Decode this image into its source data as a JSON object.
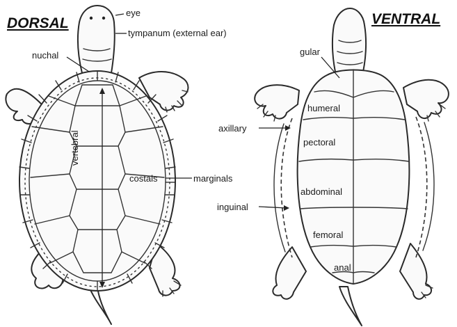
{
  "headings": {
    "dorsal": "DORSAL",
    "ventral": "VENTRAL"
  },
  "dorsal_labels": {
    "eye": "eye",
    "tympanum": "tympanum (external ear)",
    "nuchal": "nuchal",
    "vertebral": "vertebral",
    "costals": "costals",
    "marginals": "marginals"
  },
  "ventral_labels": {
    "gular": "gular",
    "humeral": "humeral",
    "axillary": "axillary",
    "pectoral": "pectoral",
    "abdominal": "abdominal",
    "inguinal": "inguinal",
    "femoral": "femoral",
    "anal": "anal"
  }
}
